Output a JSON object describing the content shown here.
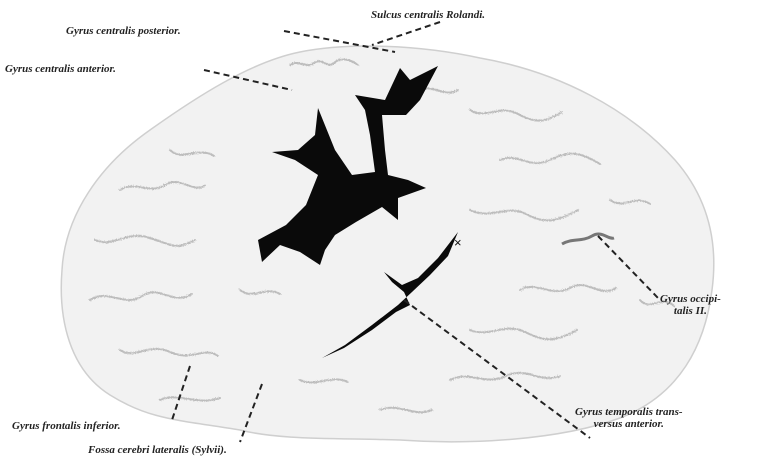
{
  "labels": {
    "sulcus_centralis": "Sulcus centralis Rolandi.",
    "gyrus_centralis_posterior": "Gyrus centralis posterior.",
    "gyrus_centralis_anterior": "Gyrus centralis anterior.",
    "gyrus_occipitalis": "Gyrus occipi-\ntalis II.",
    "gyrus_frontalis_inferior": "Gyrus frontalis inferior.",
    "fossa_cerebri_lateralis": "Fossa cerebri lateralis (Sylvii).",
    "gyrus_temporalis_transversus": "Gyrus temporalis trans-\nversus anterior."
  },
  "marker": "×",
  "colors": {
    "background": "#ffffff",
    "brain_fill": "#f2f2f2",
    "gyri_lines": "#bdbdbd",
    "cavity": "#0a0a0a",
    "leader": "#222222"
  }
}
